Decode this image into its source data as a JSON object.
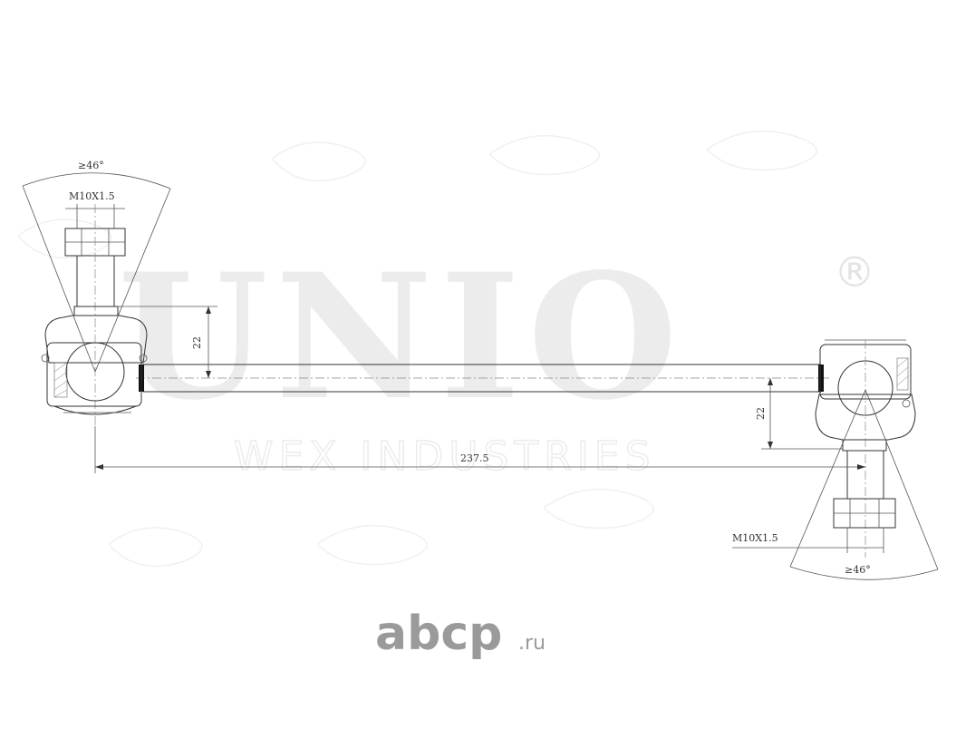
{
  "watermark": {
    "brand": "UNIO",
    "registered_mark": "®",
    "subtitle": "WEX INDUSTRIES"
  },
  "dimensions": {
    "left_angle": "≥46°",
    "left_thread": "M10X1.5",
    "left_height": "22",
    "right_height": "22",
    "length": "237.5",
    "right_thread": "M10X1.5",
    "right_angle": "≥46°"
  },
  "logo": {
    "name": "abcp",
    "suffix": ".ru"
  }
}
